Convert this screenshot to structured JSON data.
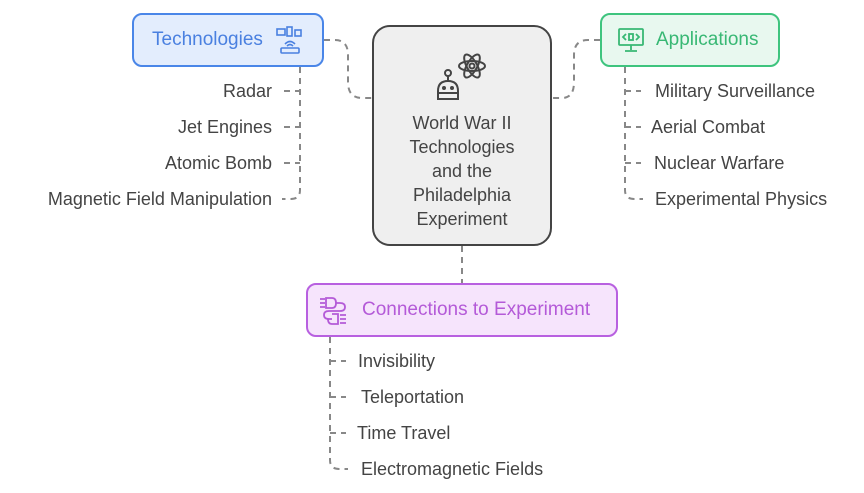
{
  "center": {
    "title": "World War II Technologies and the Philadelphia Experiment",
    "icon": "robot-atom-icon"
  },
  "technologies": {
    "label": "Technologies",
    "icon": "devices-network-icon",
    "color": "#4a86e8",
    "items": [
      "Radar",
      "Jet Engines",
      "Atomic Bomb",
      "Magnetic Field Manipulation"
    ]
  },
  "applications": {
    "label": "Applications",
    "icon": "monitor-code-icon",
    "color": "#3ec47e",
    "items": [
      "Military Surveillance",
      "Aerial Combat",
      "Nuclear Warfare",
      "Experimental Physics"
    ]
  },
  "connections": {
    "label": "Connections to Experiment",
    "icon": "plug-connection-icon",
    "color": "#b860e0",
    "items": [
      "Invisibility",
      "Teleportation",
      "Time Travel",
      "Electromagnetic Fields"
    ]
  }
}
